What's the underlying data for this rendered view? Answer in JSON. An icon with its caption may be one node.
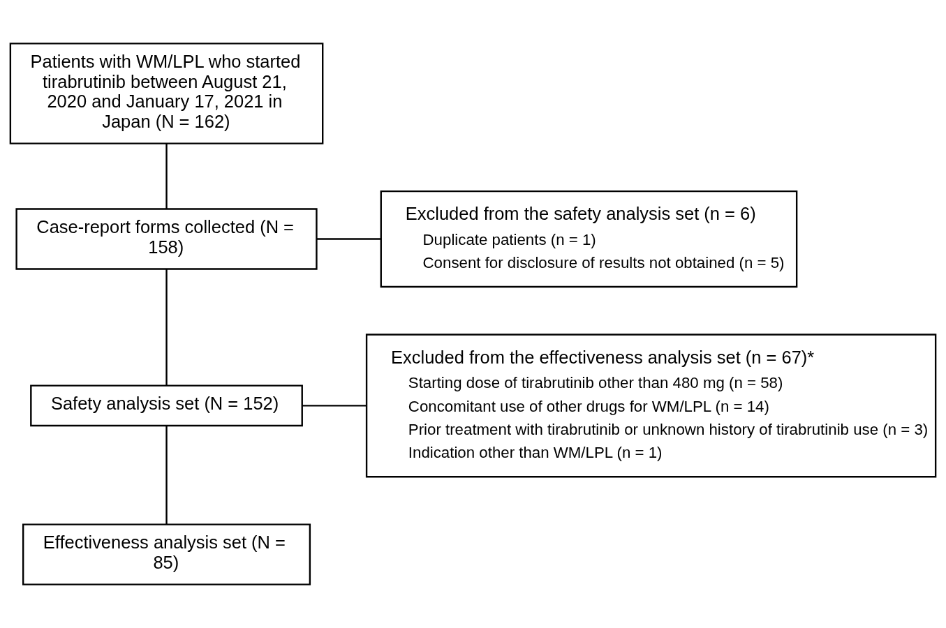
{
  "diagram": {
    "nodes": [
      {
        "text": [
          "Patients with WM/LPL who started tirabrutinib between August 21, 2020 and January 17, 2021 in Japan (N = 162)"
        ]
      },
      {
        "text": [
          "Case-report forms collected (N = 158)"
        ]
      },
      {
        "text": [
          "Safety analysis set (N = 152)"
        ]
      },
      {
        "text": [
          "Effectiveness analysis set (N = 85)"
        ]
      },
      {
        "text": [
          "Excluded from the safety analysis set (n = 6)",
          "Duplicate patients (n = 1)",
          "Consent for disclosure of results not obtained (n = 5)"
        ]
      },
      {
        "text": [
          "Excluded from the effectiveness analysis set (n = 67)*",
          "Starting dose of tirabrutinib other than 480 mg (n = 58)",
          "Concomitant use of other drugs for WM/LPL (n = 14)",
          "Prior treatment with tirabrutinib or unknown history of tirabrutinib use (n = 3)",
          "Indication other than WM/LPL (n = 1)"
        ]
      }
    ],
    "edges": [
      {
        "from": 0,
        "to": 1,
        "arrow": "none"
      },
      {
        "from": 1,
        "to": 2,
        "arrow": "none"
      },
      {
        "from": 2,
        "to": 3,
        "arrow": "none"
      },
      {
        "from": 1,
        "to": 4,
        "arrow": "none"
      },
      {
        "from": 2,
        "to": 5,
        "arrow": "none"
      }
    ]
  }
}
